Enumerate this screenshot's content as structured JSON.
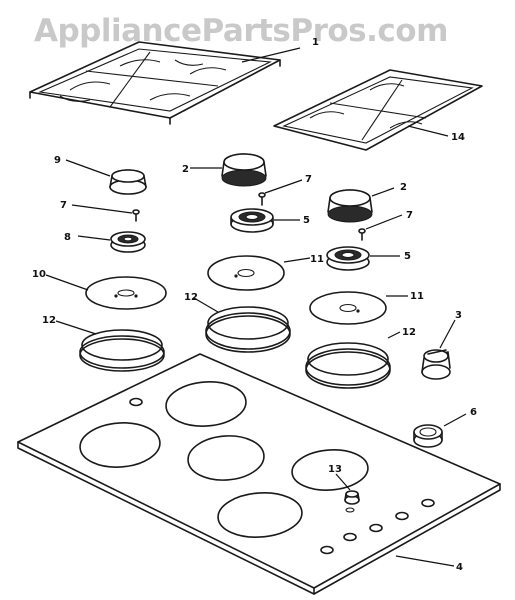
{
  "watermark": "AppliancePartsPros.com",
  "callouts": {
    "c1": "1",
    "c14": "14",
    "c9": "9",
    "c2a": "2",
    "c7a": "7",
    "c2b": "2",
    "c7b": "7",
    "c5a": "5",
    "c7c": "7",
    "c8": "8",
    "c5b": "5",
    "c10": "10",
    "c11a": "11",
    "c12a": "12",
    "c11b": "11",
    "c12b": "12",
    "c3": "3",
    "c12c": "12",
    "c6": "6",
    "c13": "13",
    "c4": "4"
  }
}
